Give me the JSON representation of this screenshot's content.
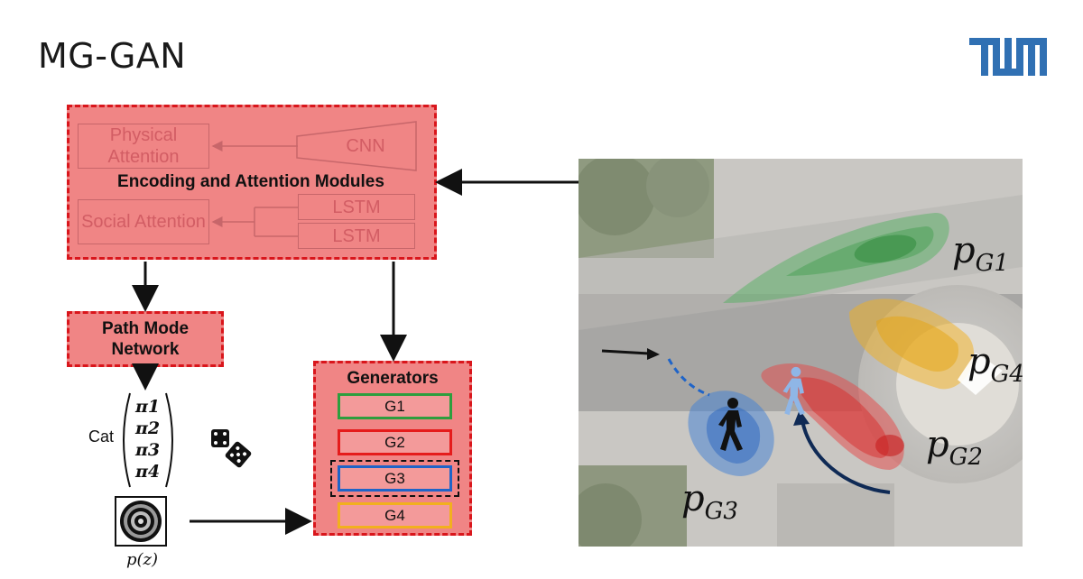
{
  "slide": {
    "title": "MG-GAN"
  },
  "encoder": {
    "heading": "Encoding and Attention Modules",
    "physical_attention": "Physical Attention",
    "social_attention": "Social Attention",
    "cnn": "CNN",
    "lstm_1": "LSTM",
    "lstm_2": "LSTM"
  },
  "path_mode": {
    "label": "Path Mode Network"
  },
  "generators": {
    "heading": "Generators",
    "items": [
      {
        "label": "G1",
        "color": "#2e9e3e"
      },
      {
        "label": "G2",
        "color": "#e51b1b"
      },
      {
        "label": "G3",
        "color": "#1f64c8"
      },
      {
        "label": "G4",
        "color": "#f2b01e"
      }
    ]
  },
  "categorical": {
    "prefix": "Cat",
    "params": [
      "π1",
      "π2",
      "π3",
      "π4"
    ]
  },
  "noise": {
    "label": "p(z)"
  },
  "scene": {
    "labels": {
      "g1": {
        "base": "p",
        "sub": "G1"
      },
      "g2": {
        "base": "p",
        "sub": "G2"
      },
      "g3": {
        "base": "p",
        "sub": "G3"
      },
      "g4": {
        "base": "p",
        "sub": "G4"
      }
    }
  },
  "colors": {
    "accent_red": "#d9161c",
    "box_fill": "#f08585",
    "tum_blue": "#3070b3"
  },
  "icons": [
    "tum-logo-icon",
    "dice-icon",
    "noise-target-icon",
    "pedestrian-icon",
    "ghost-pedestrian-icon"
  ]
}
